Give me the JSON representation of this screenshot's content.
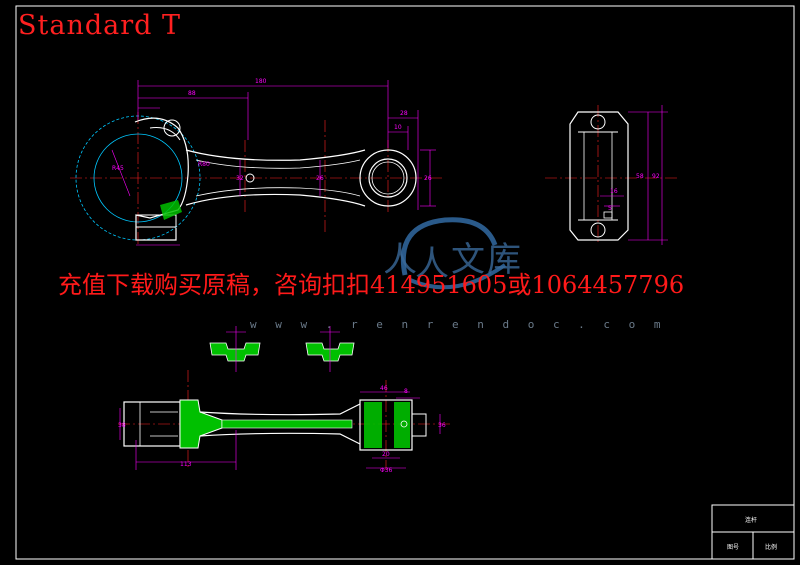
{
  "watermark": {
    "title": "Standard T",
    "ad_text": "充值下载购买原稿，咨询扣扣414951605或1064457796",
    "url": "w w w . r e n r e n d o c . c o m",
    "logo_chars": [
      "人",
      "人",
      "文",
      "库"
    ]
  },
  "dimensions": {
    "top_overall": "180",
    "top_center": "88",
    "right_width": "28",
    "right_small": "10",
    "hole_dia": "26",
    "shank_width": "26",
    "end_height": "32",
    "radius_label": "R80",
    "big_end_label": "R45",
    "side_h1": "58",
    "side_h2": "92",
    "side_small": "16",
    "side_tiny": "5",
    "bottom_left": "113",
    "bottom_right_top": "46",
    "bottom_right_small": "8",
    "bottom_left_height": "38",
    "bottom_right_height": "36",
    "bottom_right_width": "20",
    "bottom_right_base": "Φ36"
  },
  "title_block": {
    "name": "连杆",
    "cell1": "图号",
    "cell2": "比例"
  },
  "colors": {
    "outline": "#ffffff",
    "dimension": "#ff00ff",
    "centerline": "#ff2020",
    "hatch": "#00c000",
    "circle": "#00c8ff",
    "watermark": "#ff1a1a"
  }
}
